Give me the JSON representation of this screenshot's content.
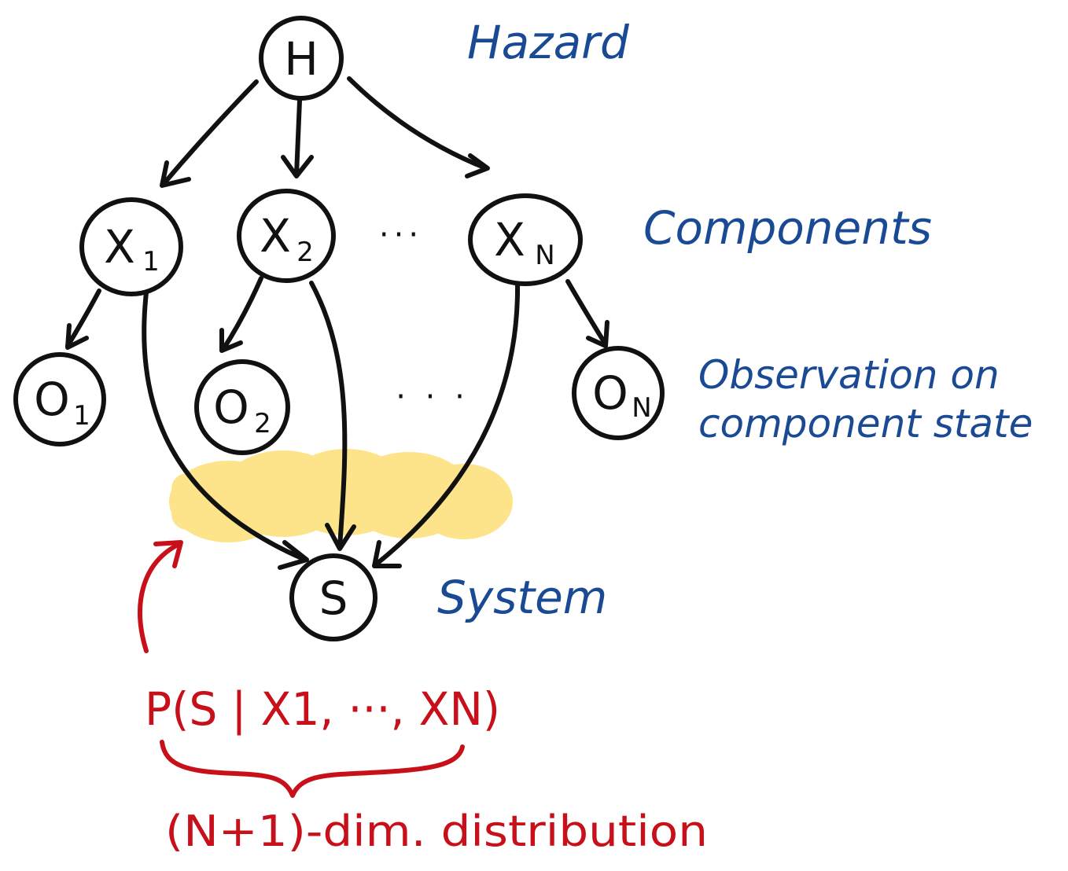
{
  "nodes": {
    "hazard": {
      "main": "H",
      "sub": ""
    },
    "x1": {
      "main": "X",
      "sub": "1"
    },
    "x2": {
      "main": "X",
      "sub": "2"
    },
    "xn": {
      "main": "X",
      "sub": "N"
    },
    "o1": {
      "main": "O",
      "sub": "1"
    },
    "o2": {
      "main": "O",
      "sub": "2"
    },
    "on": {
      "main": "O",
      "sub": "N"
    },
    "system": {
      "main": "S",
      "sub": ""
    }
  },
  "ellipsis": {
    "components": "···",
    "observations": "· · ·"
  },
  "labels": {
    "hazard": "Hazard",
    "components": "Components",
    "observation_line1": "Observation on",
    "observation_line2": "component state",
    "system": "System"
  },
  "formula": {
    "text": "P(S | X1, ···, XN)",
    "brace_label": "(N+1)-dim. distribution"
  },
  "colors": {
    "label_blue": "#1a4a94",
    "annotation_red": "#c8101a",
    "highlight_yellow": "#fde48a",
    "ink": "#111111"
  }
}
